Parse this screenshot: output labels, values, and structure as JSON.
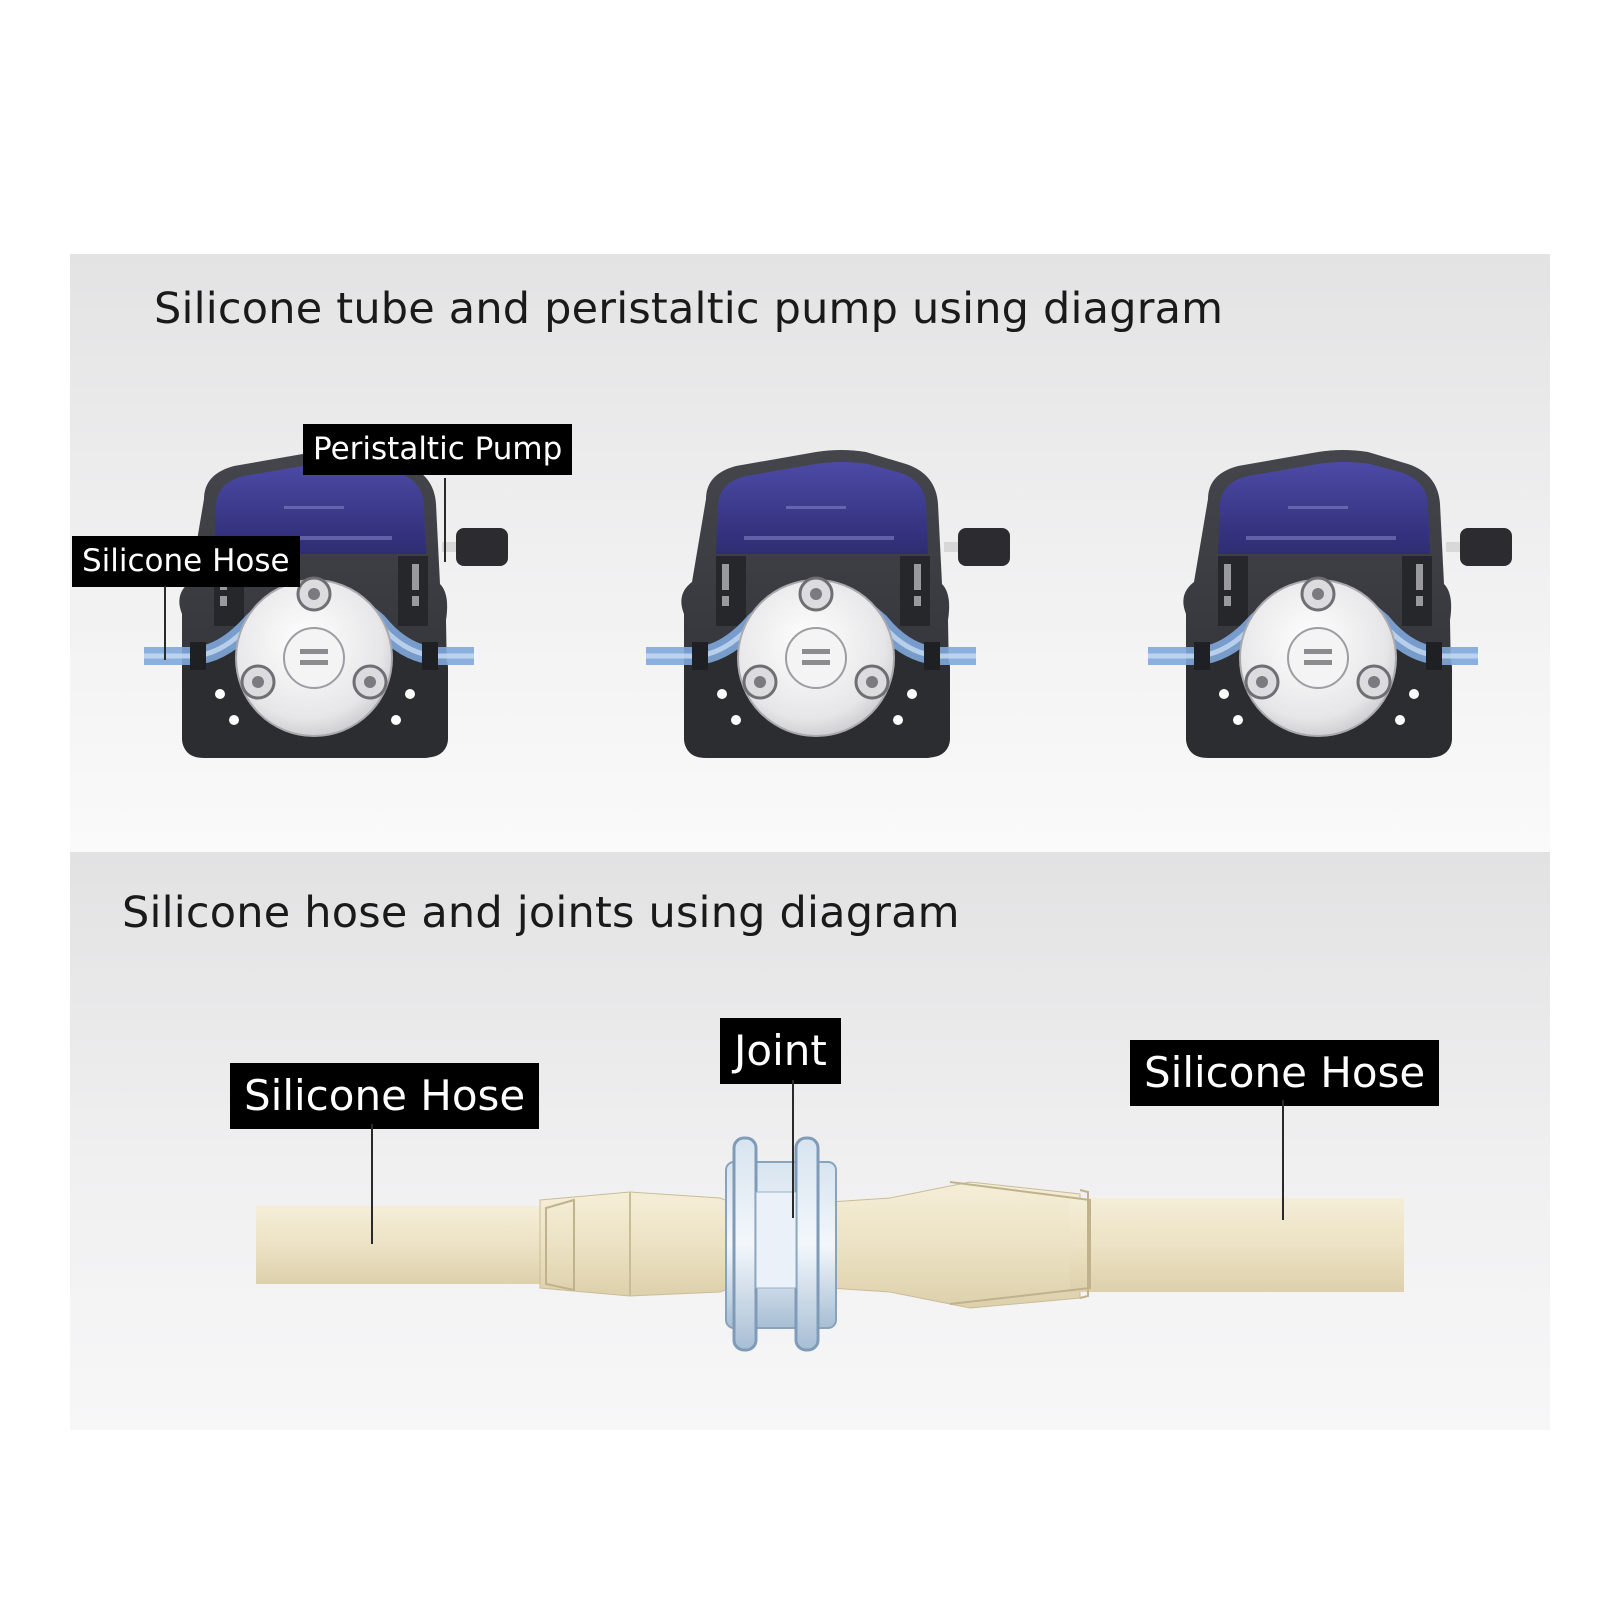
{
  "top_panel": {
    "title": "Silicone tube and peristaltic pump using diagram",
    "labels": {
      "peristaltic_pump": "Peristaltic Pump",
      "silicone_hose": "Silicone Hose"
    },
    "pump_count": 3
  },
  "bottom_panel": {
    "title": "Silicone hose and joints using diagram",
    "labels": {
      "left_hose": "Silicone Hose",
      "joint": "Joint",
      "right_hose": "Silicone Hose"
    }
  },
  "colors": {
    "pump_body": "#3a3b40",
    "pump_cover": "#3f3d8f",
    "silicone_tube_blue": "#7fa8dc",
    "hose": "#ede3c6",
    "joint": "#b9cde0",
    "label_background": "#000000",
    "label_text": "#ffffff"
  }
}
